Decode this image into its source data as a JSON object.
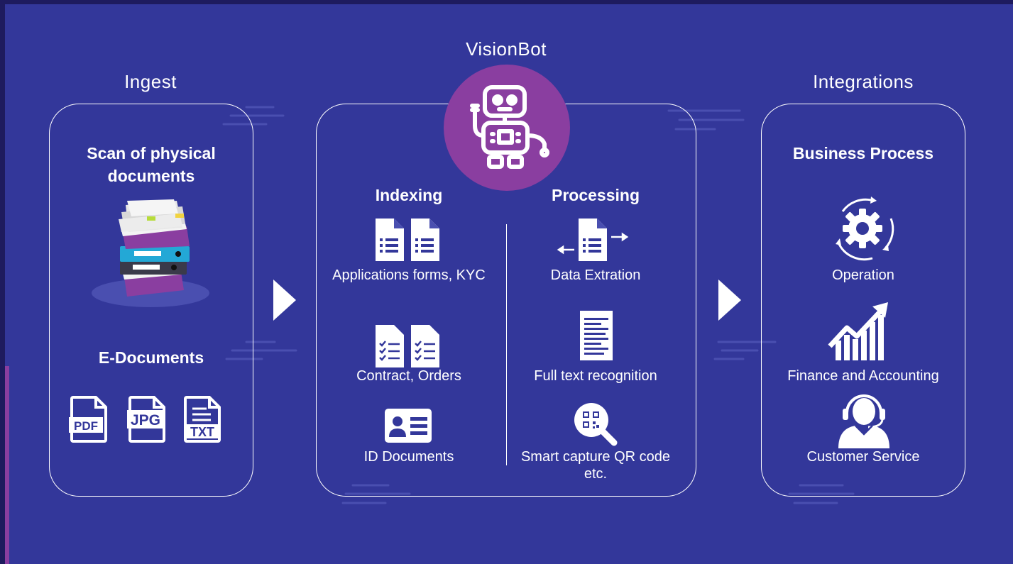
{
  "sections": {
    "ingest": "Ingest",
    "visionbot": "VisionBot",
    "integrations": "Integrations"
  },
  "ingest": {
    "scan_heading": "Scan of physical documents",
    "edocs_heading": "E-Documents",
    "file_types": [
      "PDF",
      "JPG",
      "TXT"
    ]
  },
  "visionbot": {
    "indexing_heading": "Indexing",
    "processing_heading": "Processing",
    "indexing_items": [
      "Applications forms, KYC",
      "Contract, Orders",
      "ID Documents"
    ],
    "processing_items": [
      "Data Extration",
      "Full text recognition",
      "Smart capture QR code etc."
    ]
  },
  "integrations": {
    "heading": "Business Process",
    "items": [
      "Operation",
      "Finance and Accounting",
      "Customer Service"
    ]
  },
  "colors": {
    "background": "#33379a",
    "frame": "#1e1b5e",
    "robot_circle": "#8a3ea0",
    "accent": "#ffffff"
  },
  "icons": [
    "document-stack-icon",
    "pdf-icon",
    "jpg-icon",
    "txt-icon",
    "robot-icon",
    "list-document-icon",
    "checklist-document-icon",
    "id-card-icon",
    "data-extraction-icon",
    "full-text-icon",
    "qr-search-icon",
    "gear-cycle-icon",
    "growth-chart-icon",
    "headset-agent-icon"
  ]
}
